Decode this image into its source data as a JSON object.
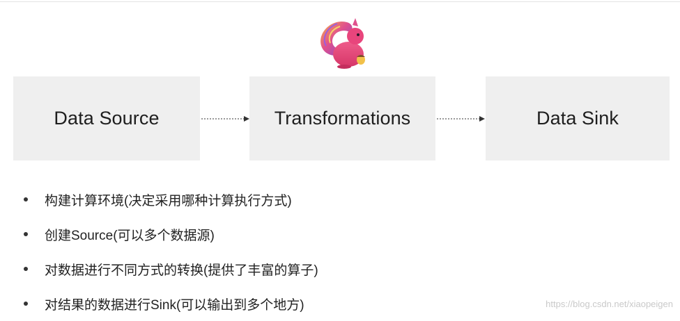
{
  "boxes": {
    "source": "Data Source",
    "transform": "Transformations",
    "sink": "Data Sink"
  },
  "bullets": [
    "构建计算环境(决定采用哪种计算执行方式)",
    "创建Source(可以多个数据源)",
    "对数据进行不同方式的转换(提供了丰富的算子)",
    "对结果的数据进行Sink(可以输出到多个地方)"
  ],
  "watermark": "https://blog.csdn.net/xiaopeigen",
  "logo": "flink-squirrel-icon",
  "colors": {
    "box_fill": "#efefef",
    "arrow": "#333333",
    "logo_pink": "#e6417a",
    "logo_orange": "#f29a3b",
    "logo_purple": "#8a4fd1"
  }
}
